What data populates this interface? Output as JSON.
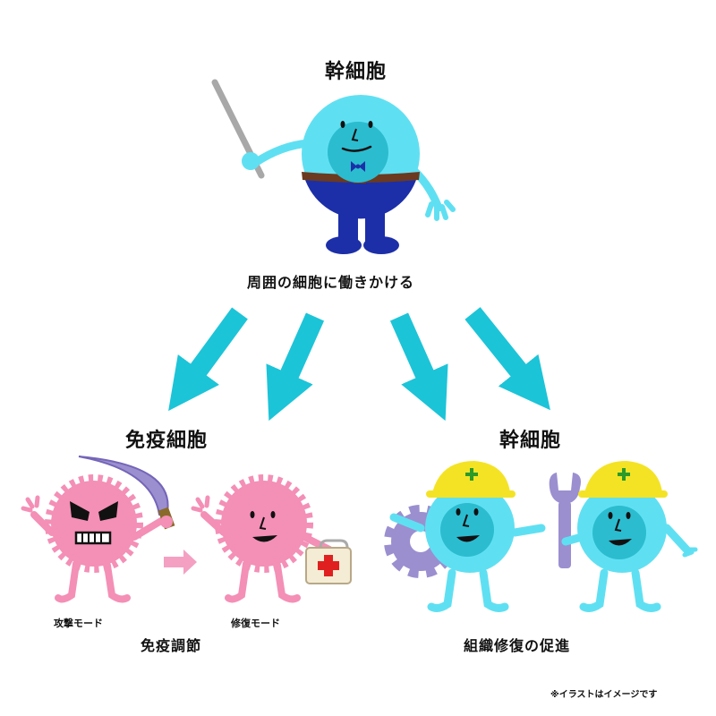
{
  "top": {
    "title": "幹細胞",
    "caption": "周囲の細胞に働きかける"
  },
  "left_group": {
    "title": "免疫細胞",
    "attack_label": "攻撃モード",
    "repair_label": "修復モード",
    "caption": "免疫調節"
  },
  "right_group": {
    "title": "幹細胞",
    "caption": "組織修復の促進"
  },
  "footnote": "※イラストはイメージです",
  "colors": {
    "stem_cell": "#5fe0f2",
    "stem_cell_face": "#2bbcd0",
    "pants": "#1c2fa8",
    "immune_cell": "#f48fb6",
    "arrow": "#1cc4d8",
    "helmet": "#f4e324",
    "tool": "#9b8fd0"
  }
}
